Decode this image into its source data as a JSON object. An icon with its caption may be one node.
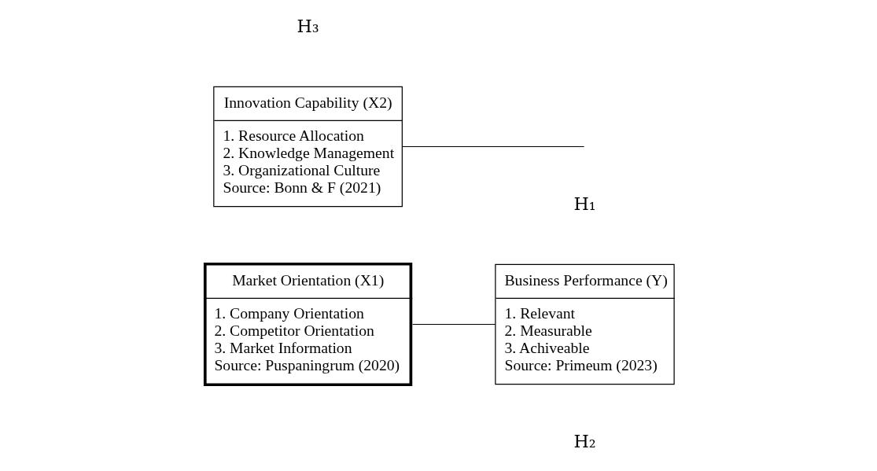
{
  "diagram": {
    "nodes": [
      {
        "text": [
          "Market Orientation (X1)",
          "1. Company Orientation",
          "2. Competitor Orientation",
          "3. Market Information",
          "Source: Puspaningrum (2020)"
        ]
      },
      {
        "text": [
          "Innovation Capability (X2)",
          "1. Resource Allocation",
          "2. Knowledge Management",
          "3. Organizational Culture",
          "Source: Bonn & F (2021)"
        ]
      },
      {
        "text": [
          "Business Performance (Y)",
          "1. Relevant",
          "2. Measurable",
          "3. Achiveable",
          "Source: Primeum (2023)"
        ]
      }
    ],
    "edges": [
      {
        "from": 0,
        "to": 2,
        "arrow": "none"
      },
      {
        "from": 1,
        "to": null,
        "arrow": "none"
      }
    ],
    "labels": [
      "H₁",
      "H₃",
      "H₂"
    ]
  }
}
